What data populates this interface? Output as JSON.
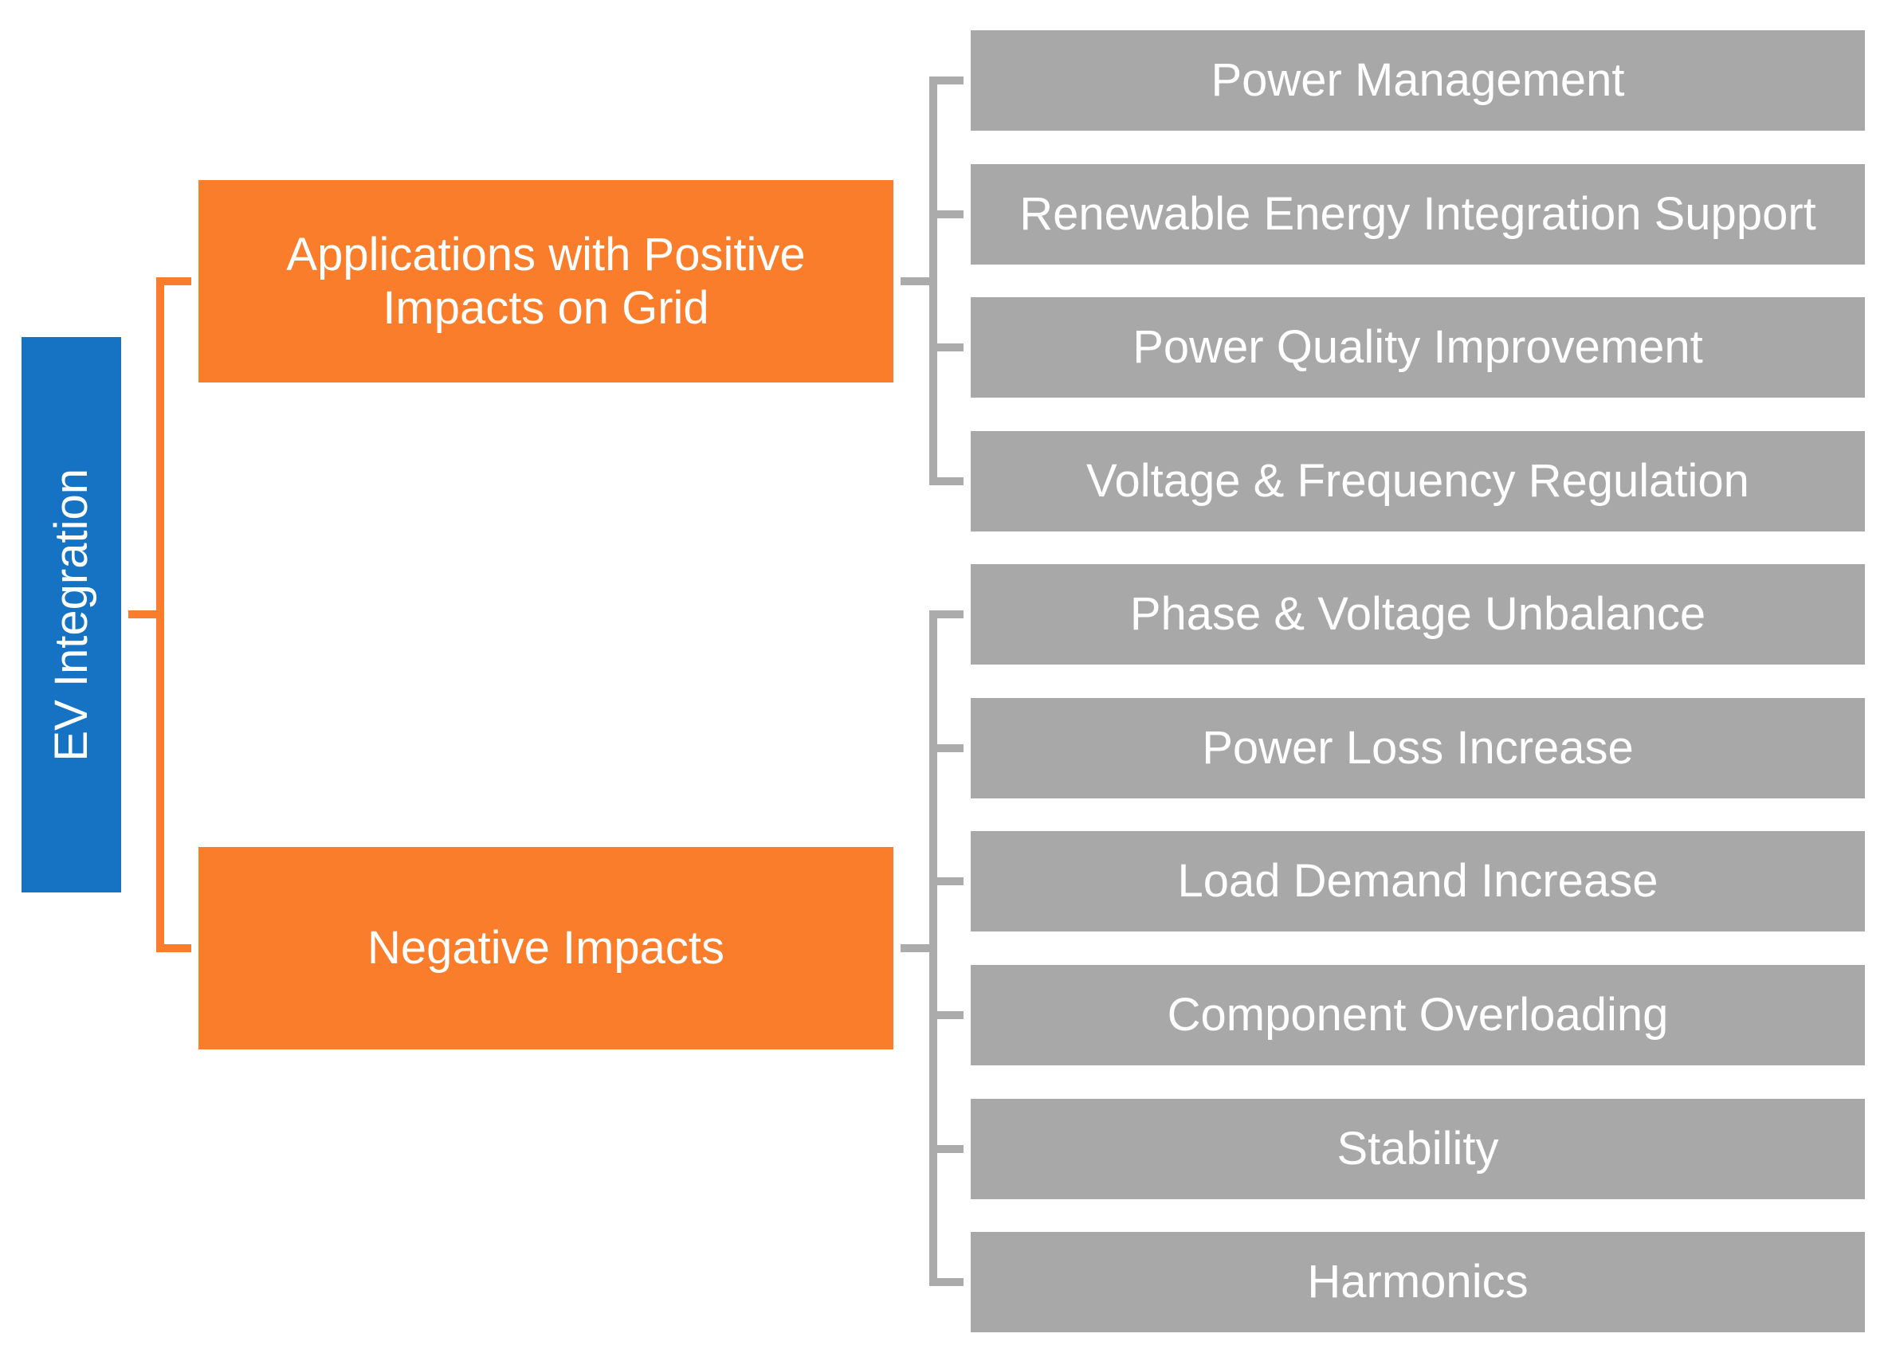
{
  "diagram": {
    "title": "EV Integration impacts hierarchy",
    "root": {
      "label": "EV Integration"
    },
    "branches": [
      {
        "label": "Applications with Positive Impacts on Grid",
        "children": [
          "Power Management",
          "Renewable Energy Integration Support",
          "Power Quality Improvement",
          "Voltage & Frequency Regulation"
        ]
      },
      {
        "label": "Negative Impacts",
        "children": [
          "Phase & Voltage Unbalance",
          "Power Loss Increase",
          "Load Demand Increase",
          "Component Overloading",
          "Stability",
          "Harmonics"
        ]
      }
    ],
    "colors": {
      "root_fill": "#1673C4",
      "branch_fill": "#F97D2B",
      "leaf_fill": "#A8A8A8",
      "connector_orange": "#F97D2B",
      "connector_gray": "#ABABAB",
      "text": "#FFFFFF",
      "background": "#FFFFFF"
    }
  }
}
